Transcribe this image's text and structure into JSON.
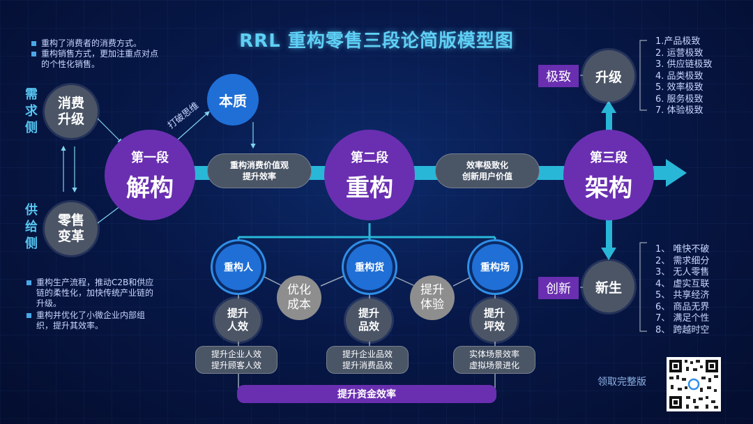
{
  "title": "RRL 重构零售三段论简版模型图",
  "left_notes_top": [
    "重构了消费者的消费方式。",
    "重构销售方式，更加注重点对点的个性化销售。"
  ],
  "left_notes_bottom": [
    "重构生产流程，推动C2B和供应链的柔性化，加快传统产业链的升级。",
    "重构并优化了小微企业内部组织，提升其效率。"
  ],
  "side_labels": {
    "demand": "需求侧",
    "supply": "供给侧"
  },
  "nodes": {
    "consume_upgrade": "消费升级",
    "retail_reform": "零售变革",
    "essence": "本质",
    "break_thinking": "打破思维",
    "stage1_small": "第一段",
    "stage1_big": "解构",
    "stage2_small": "第二段",
    "stage2_big": "重构",
    "stage3_small": "第三段",
    "stage3_big": "架构",
    "upgrade": "升级",
    "newborn": "新生"
  },
  "pills": {
    "p1_line1": "重构消费价值观",
    "p1_line2": "提升效率",
    "p2_line1": "效率极致化",
    "p2_line2": "创新用户价值"
  },
  "tags": {
    "extreme": "极致",
    "innovation": "创新"
  },
  "upgrade_list": [
    "1.产品极致",
    "2. 运营极致",
    "3. 供应链极致",
    "4. 品类极致",
    "5. 效率极致",
    "6. 服务极致",
    "7. 体验极致"
  ],
  "newborn_list": [
    "1、 唯快不破",
    "2、 需求细分",
    "3、 无人零售",
    "4、 虚实互联",
    "5、 共享经济",
    "6、 商品无界",
    "7、 满足个性",
    "8、 跨越时空"
  ],
  "rebuild": {
    "people": "重构人",
    "goods": "重构货",
    "place": "重构场",
    "opt_cost_1": "优化",
    "opt_cost_2": "成本",
    "up_exp_1": "提升",
    "up_exp_2": "体验",
    "people_eff_1": "提升",
    "people_eff_2": "人效",
    "goods_eff_1": "提升",
    "goods_eff_2": "品效",
    "place_eff_1": "提升",
    "place_eff_2": "坪效",
    "people_pill_1": "提升企业人效",
    "people_pill_2": "提升顾客人效",
    "goods_pill_1": "提升企业品效",
    "goods_pill_2": "提升消费品效",
    "place_pill_1": "实体场景效率",
    "place_pill_2": "虚拟场景进化"
  },
  "bottom_bar": "提升资金效率",
  "qr_caption": "领取完整版",
  "colors": {
    "purple": "#6a2fb1",
    "blue": "#1f6fd6",
    "gray": "#4b5566",
    "cyan": "#29b7d8"
  }
}
